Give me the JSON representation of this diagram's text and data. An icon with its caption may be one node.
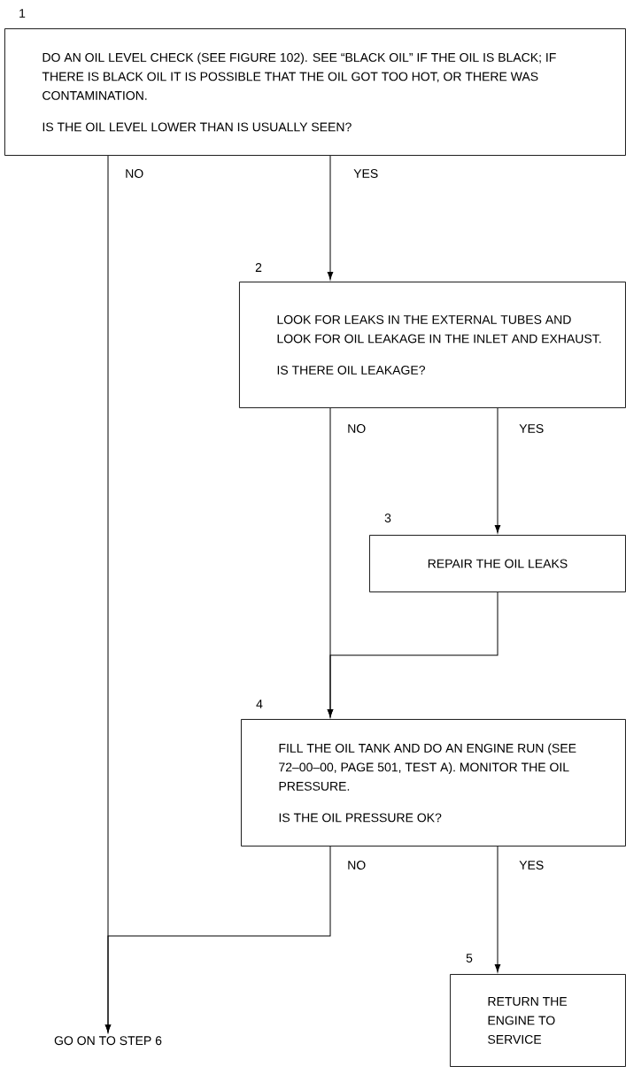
{
  "diagram": {
    "nodes": [
      {
        "text": [
          "DO AN OIL LEVEL CHECK (SEE FIGURE 102). SEE “BLACK OIL” IF THE OIL IS BLACK; IF THERE IS BLACK OIL IT IS POSSIBLE THAT THE OIL GOT TOO HOT, OR THERE WAS CONTAMINATION.",
          "IS THE OIL LEVEL LOWER THAN IS USUALLY SEEN?"
        ],
        "beside": [
          "1"
        ]
      },
      {
        "text": [
          "LOOK FOR LEAKS IN THE EXTERNAL TUBES AND LOOK FOR OIL LEAKAGE IN THE INLET AND EXHAUST.",
          "IS THERE OIL LEAKAGE?"
        ],
        "beside": [
          "2"
        ]
      },
      {
        "text": [
          "REPAIR THE OIL LEAKS"
        ],
        "beside": [
          "3"
        ]
      },
      {
        "text": [
          "FILL THE OIL TANK AND DO AN ENGINE RUN (SEE 72–00–00, PAGE 501, TEST A). MONITOR THE OIL PRESSURE.",
          "IS THE OIL PRESSURE OK?"
        ],
        "beside": [
          "4"
        ]
      },
      {
        "text": [
          "RETURN THE ENGINE TO SERVICE"
        ],
        "beside": [
          "5"
        ]
      },
      {
        "text": [
          "GO ON TO STEP 6"
        ]
      }
    ],
    "edges": [
      {
        "from": 0,
        "to": 5,
        "arrow": "to",
        "label": "NO"
      },
      {
        "from": 0,
        "to": 1,
        "arrow": "to",
        "label": "YES"
      },
      {
        "from": 1,
        "to": 3,
        "arrow": "to",
        "label": "NO"
      },
      {
        "from": 1,
        "to": 2,
        "arrow": "to",
        "label": "YES"
      },
      {
        "from": 2,
        "to": 3,
        "arrow": "to"
      },
      {
        "from": 3,
        "to": 5,
        "arrow": "to",
        "label": "NO"
      },
      {
        "from": 3,
        "to": 4,
        "arrow": "to",
        "label": "YES"
      }
    ]
  }
}
